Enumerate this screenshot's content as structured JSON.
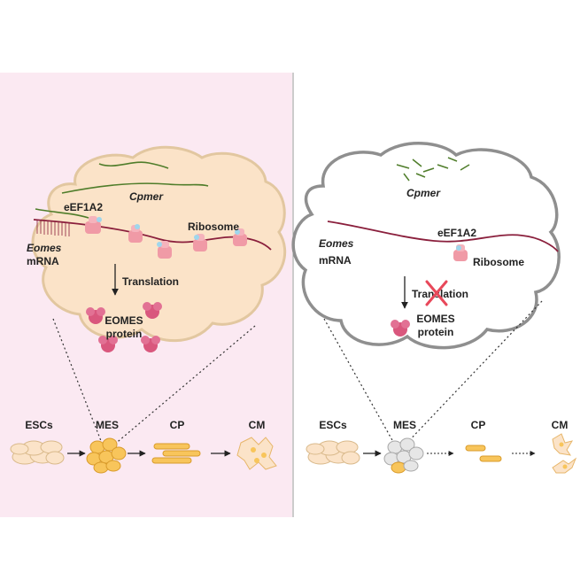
{
  "left_panel": {
    "labels": {
      "cpmer": "Cpmer",
      "eef1a2": "eEF1A2",
      "ribosome": "Ribosome",
      "eomes": "Eomes",
      "mrna": "mRNA",
      "translation": "Translation",
      "eomes_protein_1": "EOMES",
      "eomes_protein_2": "protein"
    },
    "stages": {
      "escs": "ESCs",
      "mes": "MES",
      "cp": "CP",
      "cm": "CM"
    }
  },
  "right_panel": {
    "labels": {
      "cpmer": "Cpmer",
      "eef1a2": "eEF1A2",
      "ribosome": "Ribosome",
      "eomes": "Eomes",
      "mrna": "mRNA",
      "translation": "Translation",
      "eomes_protein_1": "EOMES",
      "eomes_protein_2": "protein"
    },
    "stages": {
      "escs": "ESCs",
      "mes": "MES",
      "cp": "CP",
      "cm": "CM"
    }
  },
  "colors": {
    "left_bg": "#fbe9f2",
    "cell_fill": "#fbe3c8",
    "cell_stroke": "#e2c7a0",
    "right_stroke": "#8f8f8f",
    "mrna": "#8a1f3c",
    "lncrna": "#4f7d2a",
    "ribosome": "#f09aa6",
    "protein": "#d9577d",
    "cross": "#e8485a",
    "stage_cell": "#f8c55b"
  }
}
